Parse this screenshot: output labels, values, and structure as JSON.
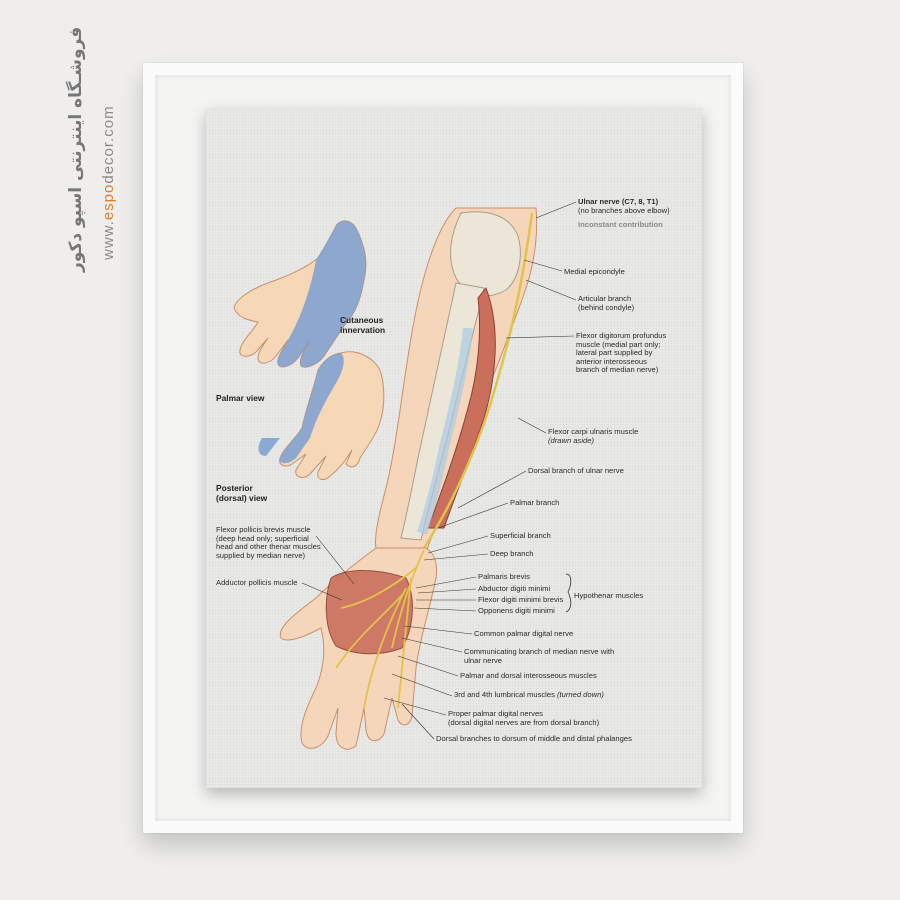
{
  "watermark": {
    "store_name_fa": "فروشـگاه اینترنتی اسپو دکور",
    "url_prefix": "www.",
    "url_accent": "espo",
    "url_suffix": "decor.com",
    "accent_color": "#e07c2c"
  },
  "poster": {
    "views": {
      "cutaneous": [
        "Cutaneous",
        "innervation"
      ],
      "palmar": "Palmar view",
      "posterior": [
        "Posterior",
        "(dorsal) view"
      ]
    },
    "labels": {
      "ulnar_nerve_title": "Ulnar nerve (C7, 8, T1)",
      "ulnar_nerve_note": "(no branches above elbow)",
      "inconstant": "Inconstant contribution",
      "medial_epicondyle": "Medial epicondyle",
      "articular_branch": [
        "Articular branch",
        "(behind condyle)"
      ],
      "fdp": [
        "Flexor digitorum profundus",
        "muscle (medial part only;",
        "lateral part supplied by",
        "anterior interosseous",
        "branch of median nerve)"
      ],
      "fcu": [
        "Flexor carpi ulnaris muscle",
        "(drawn aside)"
      ],
      "dorsal_branch": "Dorsal branch of ulnar nerve",
      "palmar_branch": "Palmar branch",
      "superficial_branch": "Superficial branch",
      "deep_branch": "Deep branch",
      "palmaris_brevis": "Palmaris brevis",
      "abductor_dm": "Abductor digiti minimi",
      "flexor_dmb": "Flexor digiti minimi brevis",
      "opponens_dm": "Opponens digiti minimi",
      "hypothenar": "Hypothenar muscles",
      "common_palmar": "Common palmar digital nerve",
      "communicating": [
        "Communicating branch of median nerve with",
        "ulnar nerve"
      ],
      "interosseous": "Palmar and dorsal interosseous muscles",
      "lumbrical": "3rd and 4th lumbrical muscles",
      "lumbrical_note": "(turned down)",
      "proper_palmar": [
        "Proper palmar digital nerves",
        "(dorsal digital nerves are from dorsal branch)"
      ],
      "dorsal_branches": "Dorsal branches to dorsum of middle and distal phalanges",
      "fpb": [
        "Flexor pollicis brevis muscle",
        "(deep head only; superficial",
        "head and other thenar muscles",
        "supplied by median nerve)"
      ],
      "adductor_pollicis": "Adductor pollicis muscle"
    }
  }
}
